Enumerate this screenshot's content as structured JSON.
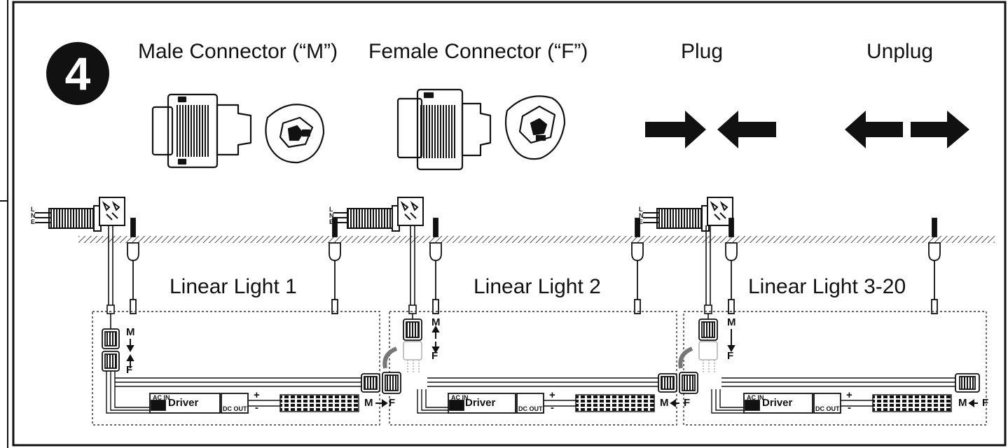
{
  "step_number": "4",
  "headers": {
    "male": "Male Connector (“M”)",
    "female": "Female Connector (“F”)",
    "plug": "Plug",
    "unplug": "Unplug"
  },
  "lights": [
    {
      "label": "Linear Light 1"
    },
    {
      "label": "Linear Light 2"
    },
    {
      "label": "Linear Light 3-20"
    }
  ],
  "connector_letters": {
    "m": "M",
    "f": "F"
  },
  "driver": {
    "label": "Driver",
    "ac_in": "AC IN",
    "dc_out": "DC OUT"
  },
  "wire_letters": {
    "l": "L",
    "n": "N",
    "e": "E"
  },
  "polarity": {
    "plus": "+",
    "minus": "-"
  },
  "icons": [
    "step-number-badge",
    "male-connector-icon",
    "female-connector-icon",
    "plug-arrows-icon",
    "unplug-arrows-icon"
  ]
}
